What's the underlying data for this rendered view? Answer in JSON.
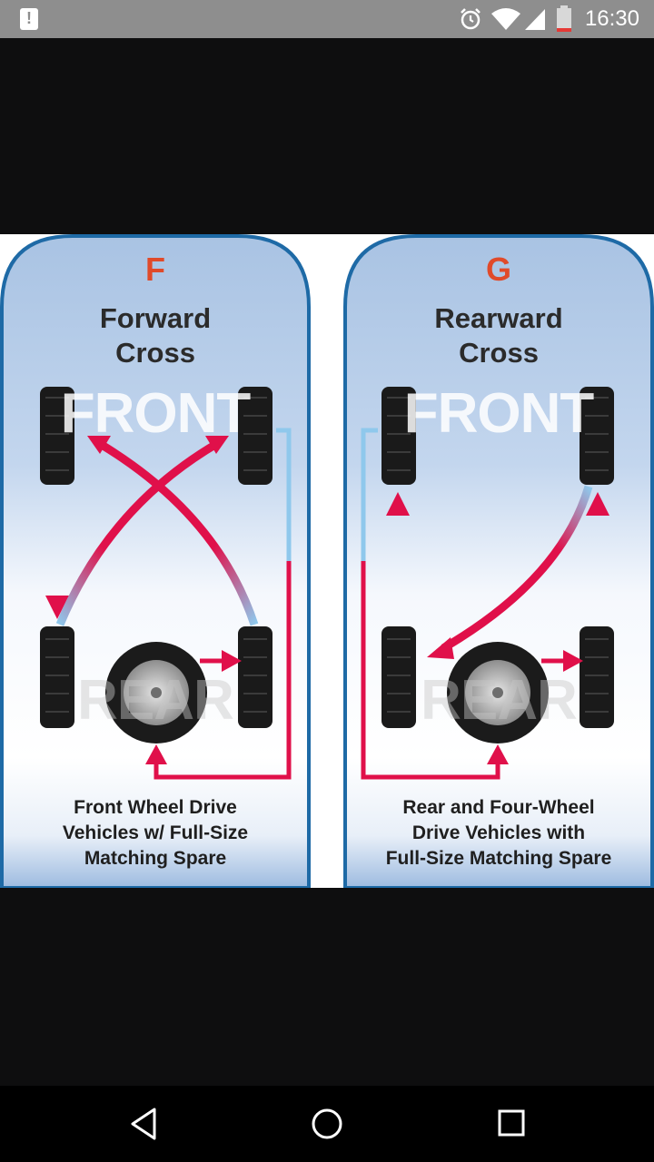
{
  "status_bar": {
    "time": "16:30",
    "notification_icon": "alert-notification-icon",
    "icons": [
      "alarm-icon",
      "wifi-icon",
      "signal-icon",
      "battery-low-icon"
    ],
    "battery_color": "#e53935"
  },
  "diagram": {
    "panels": [
      {
        "letter": "F",
        "title": "Forward\nCross",
        "front_label": "FRONT",
        "rear_label": "REAR",
        "caption": "Front Wheel Drive\nVehicles w/ Full-Size\nMatching Spare"
      },
      {
        "letter": "G",
        "title": "Rearward\nCross",
        "front_label": "FRONT",
        "rear_label": "REAR",
        "caption": "Rear and Four-Wheel\nDrive Vehicles with\nFull-Size Matching Spare"
      }
    ],
    "colors": {
      "outline": "#1e6aa6",
      "arrow": "#e0104a",
      "arrow_light": "#8fc8ec",
      "letter": "#e04a2a"
    }
  },
  "nav_bar": {
    "buttons": [
      "back-icon",
      "home-icon",
      "recents-icon"
    ]
  }
}
